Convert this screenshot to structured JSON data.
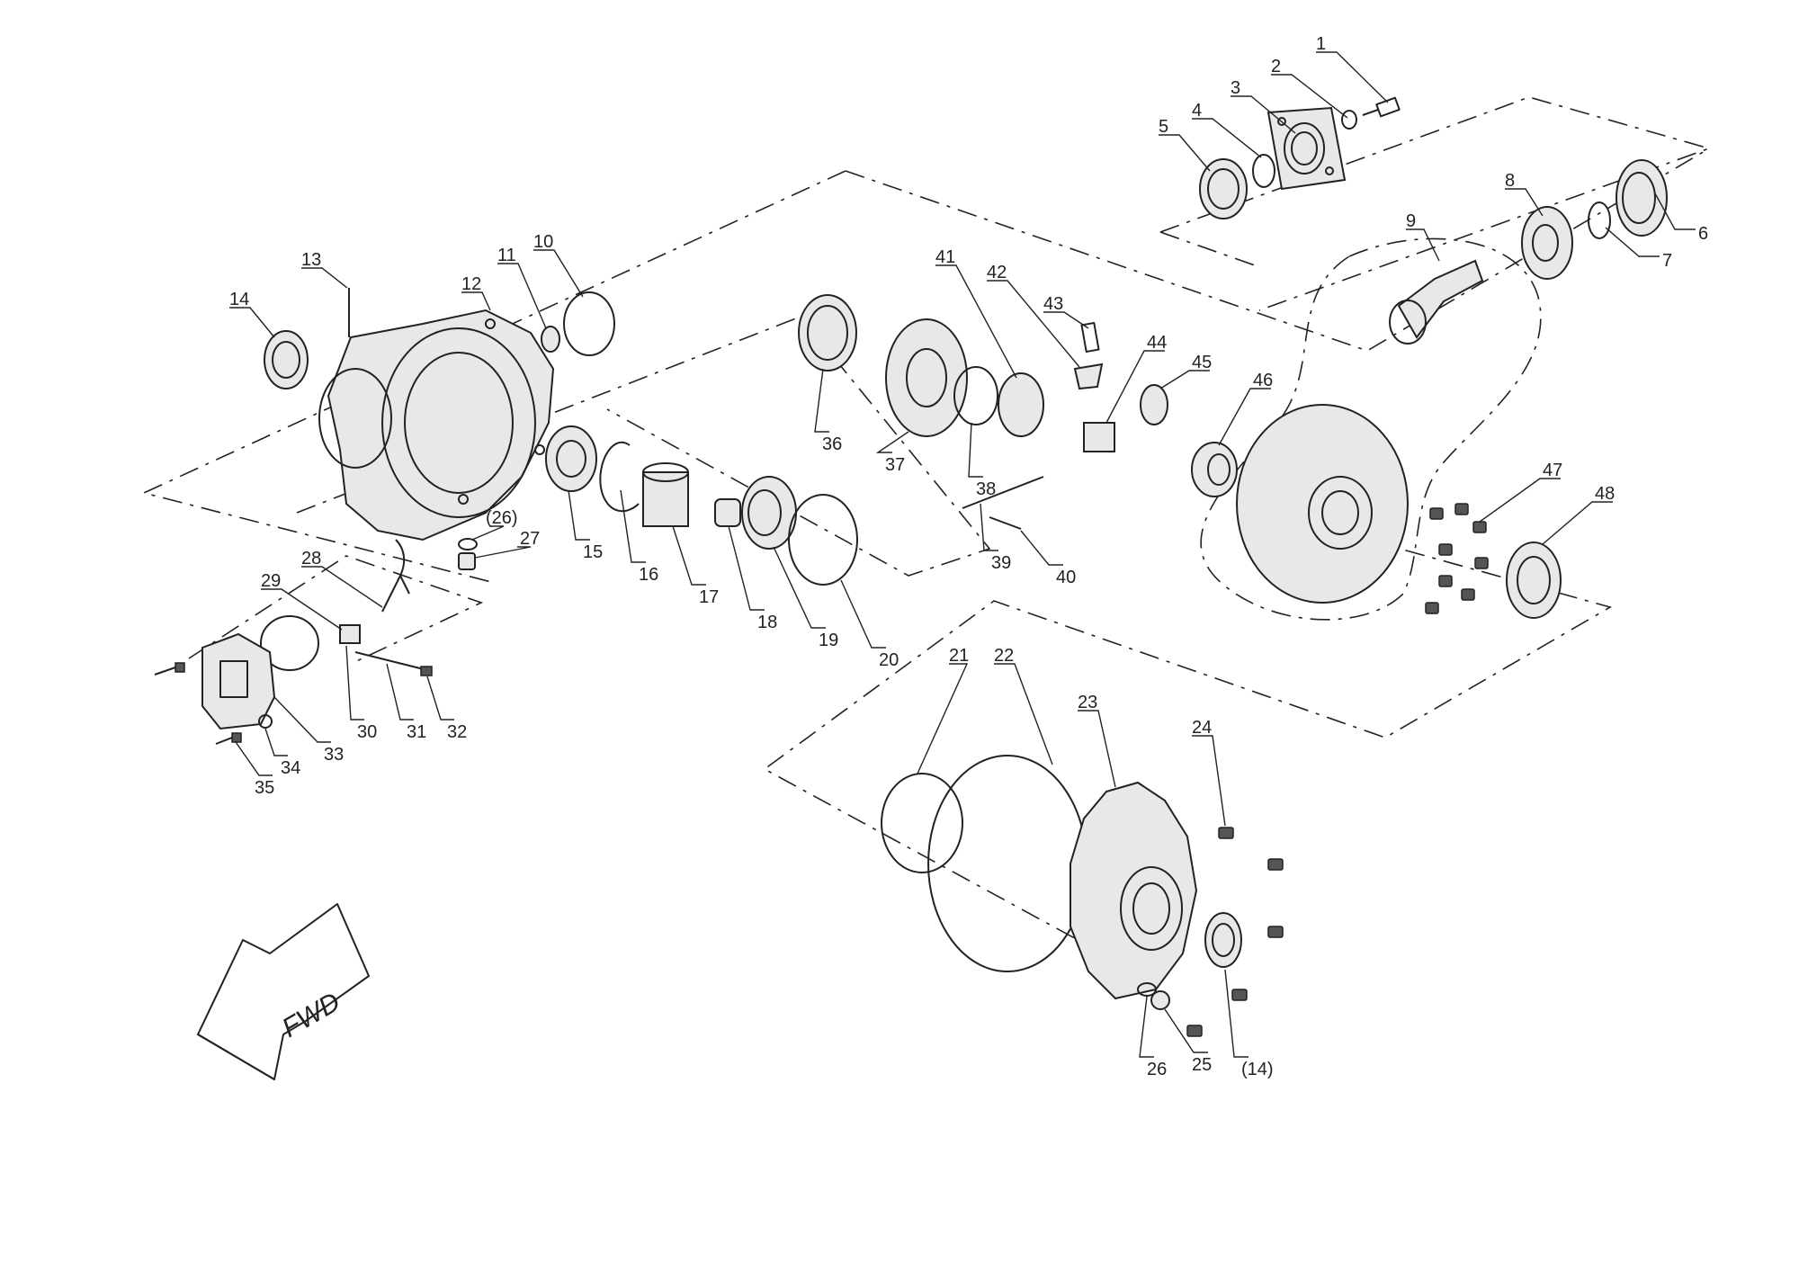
{
  "fwd_label": "FWD",
  "callouts": [
    "1",
    "2",
    "3",
    "4",
    "5",
    "6",
    "7",
    "8",
    "9",
    "10",
    "11",
    "12",
    "13",
    "14",
    "(14)",
    "15",
    "16",
    "17",
    "18",
    "19",
    "20",
    "21",
    "22",
    "23",
    "24",
    "25",
    "26",
    "(26)",
    "27",
    "28",
    "29",
    "30",
    "31",
    "32",
    "33",
    "34",
    "35",
    "36",
    "37",
    "38",
    "39",
    "40",
    "41",
    "42",
    "43",
    "44",
    "45",
    "46",
    "47",
    "48"
  ]
}
